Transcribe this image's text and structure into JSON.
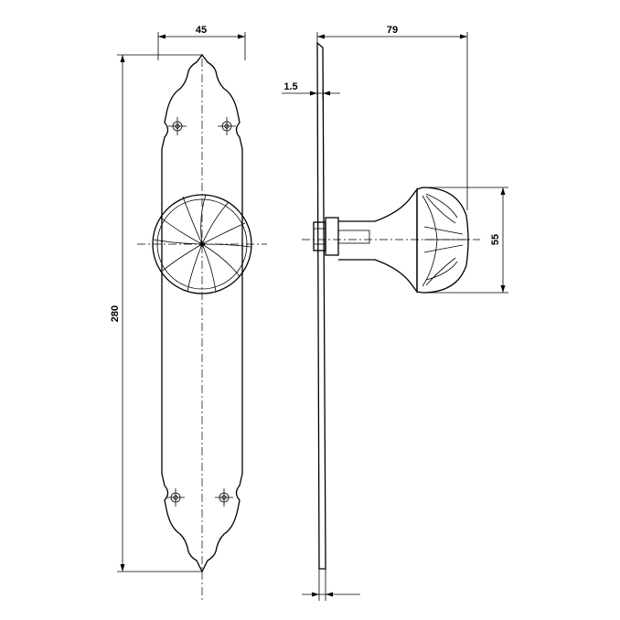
{
  "drawing": {
    "front_view": {
      "plate_width": "45",
      "plate_height": "280"
    },
    "side_view": {
      "plate_thickness": "1.5",
      "projection": "79",
      "knob_diameter": "55"
    }
  }
}
